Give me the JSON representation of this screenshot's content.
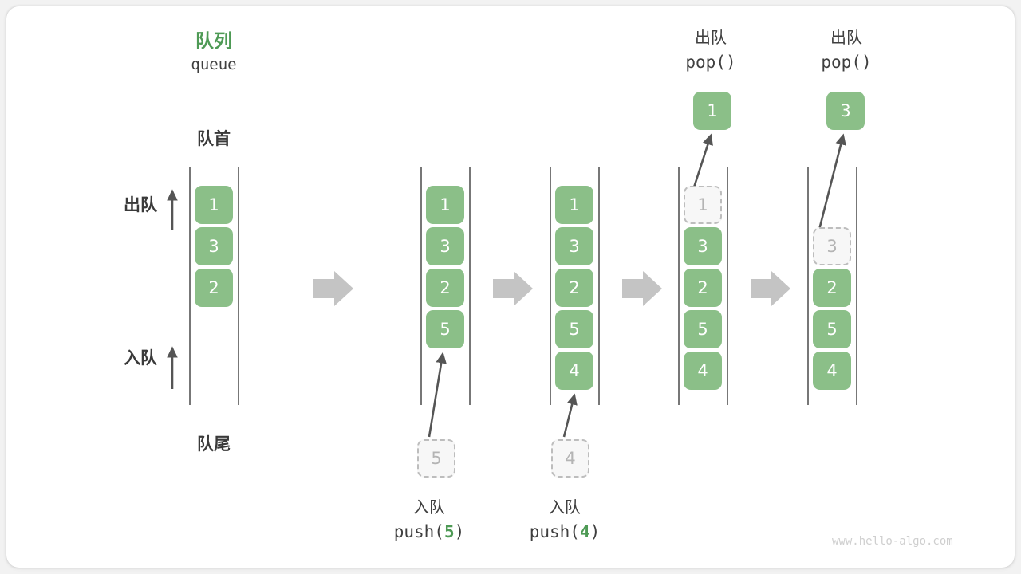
{
  "diagram": {
    "title_cn": "队列",
    "title_en": "queue",
    "front_label": "队首",
    "rear_label": "队尾",
    "dequeue_label": "出队",
    "enqueue_label": "入队",
    "watermark": "www.hello-algo.com",
    "accent_color": "#4e9a55",
    "element_color": "#8bbf88",
    "ghost_color": "#bdbdbd"
  },
  "ops": {
    "push5": {
      "cn": "入队",
      "code_prefix": "push(",
      "code_num": "5",
      "code_suffix": ")"
    },
    "push4": {
      "cn": "入队",
      "code_prefix": "push(",
      "code_num": "4",
      "code_suffix": ")"
    },
    "pop1": {
      "cn": "出队",
      "code": "pop()"
    },
    "pop2": {
      "cn": "出队",
      "code": "pop()"
    }
  },
  "states": [
    {
      "name": "initial",
      "cells": [
        "1",
        "3",
        "2"
      ]
    },
    {
      "name": "after-push-5",
      "cells": [
        "1",
        "3",
        "2",
        "5"
      ],
      "incoming": "5"
    },
    {
      "name": "after-push-4",
      "cells": [
        "1",
        "3",
        "2",
        "5",
        "4"
      ],
      "incoming": "4"
    },
    {
      "name": "pop-1",
      "cells": [
        "1",
        "3",
        "2",
        "5",
        "4"
      ],
      "popped_index": 0,
      "popped_value": "1"
    },
    {
      "name": "pop-3",
      "cells": [
        "3",
        "2",
        "5",
        "4"
      ],
      "popped_index": 0,
      "popped_value": "3"
    }
  ],
  "values": {
    "c1": [
      "1",
      "3",
      "2"
    ],
    "c2": [
      "1",
      "3",
      "2",
      "5"
    ],
    "c3": [
      "1",
      "3",
      "2",
      "5",
      "4"
    ],
    "c4": [
      "1",
      "3",
      "2",
      "5",
      "4"
    ],
    "c5": [
      "3",
      "2",
      "5",
      "4"
    ],
    "in5": "5",
    "in4": "4",
    "out1": "1",
    "out3": "3"
  }
}
